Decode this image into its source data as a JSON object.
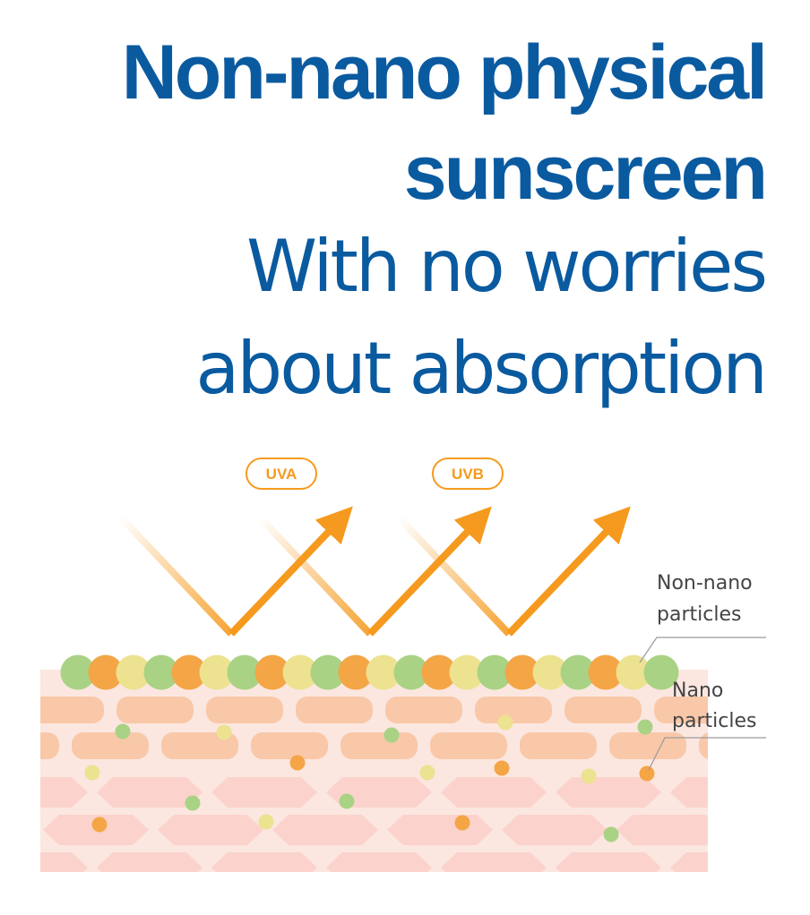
{
  "headline": {
    "line1": "Non-nano physical",
    "line2": "sunscreen",
    "line3": "With no worries",
    "line4": "about absorption"
  },
  "rays": {
    "uva_label": "UVA",
    "uvb_label": "UVB"
  },
  "labels": {
    "non_nano_line1": "Non-nano",
    "non_nano_line2": "particles",
    "nano_line1": "Nano",
    "nano_line2": "particles"
  },
  "colors": {
    "headline": "#0a5aa0",
    "ray_orange": "#f59a1e",
    "particle_green": "#a9d284",
    "particle_orange": "#f4a546",
    "particle_yellow": "#ece290",
    "skin_base": "#fbe7e0",
    "skin_cell_top": "#f9c8a8",
    "skin_cell_deep": "#fbd3cc"
  }
}
